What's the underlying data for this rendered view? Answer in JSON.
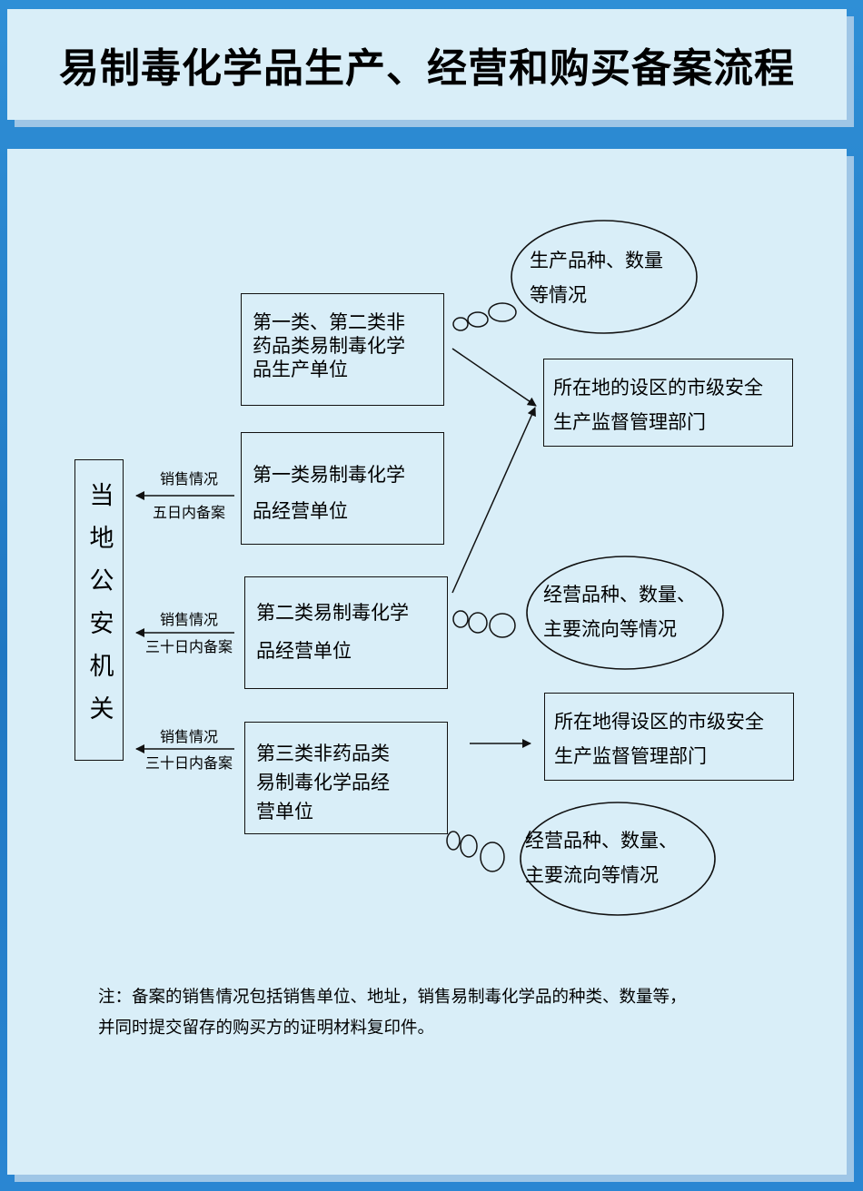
{
  "title": "易制毒化学品生产、经营和购买备案流程",
  "police": "当地公安机关",
  "units": {
    "producer": "第一类、第二类非\n药品类易制毒化学\n品生产单位",
    "cat1_dealer": "第一类易制毒化学\n品经营单位",
    "cat2_dealer": "第二类易制毒化学\n品经营单位",
    "cat3_dealer": "第三类非药品类\n易制毒化学品经\n营单位"
  },
  "safety": {
    "top": "所在地的设区的市级安全\n生产监督管理部门",
    "bottom": "所在地得设区的市级安全\n生产监督管理部门"
  },
  "bubbles": {
    "production": "生产品种、数量\n等情况",
    "dealing_1": "经营品种、数量、\n主要流向等情况",
    "dealing_2": "经营品种、数量、\n主要流向等情况"
  },
  "arrows": {
    "a1_line1": "销售情况",
    "a1_line2": "五日内备案",
    "a2_line1": "销售情况",
    "a2_line2": "三十日内备案",
    "a3_line1": "销售情况",
    "a3_line2": "三十日内备案"
  },
  "note": "注：备案的销售情况包括销售单位、地址，销售易制毒化学品的种类、数量等，\n并同时提交留存的购买方的证明材料复印件。"
}
